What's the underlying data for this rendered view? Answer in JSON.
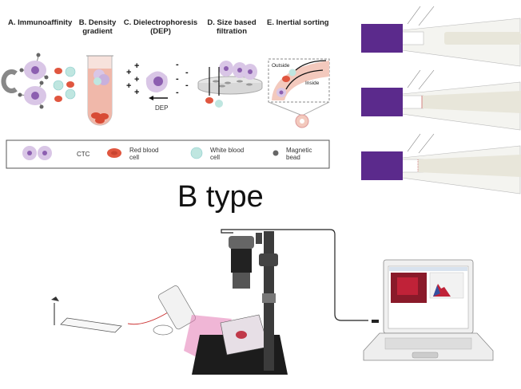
{
  "panels": [
    {
      "letter": "A.",
      "title": "Immunoaffinity"
    },
    {
      "letter": "B.",
      "title": "Density gradient"
    },
    {
      "letter": "C.",
      "title": "Dielectrophoresis (DEP)"
    },
    {
      "letter": "D.",
      "title": "Size based filtration"
    },
    {
      "letter": "E.",
      "title": "Inertial sorting"
    }
  ],
  "labels": {
    "dep_arrow": "DEP",
    "outside": "Outside",
    "inside": "Inside"
  },
  "legend": [
    {
      "label": "CTC"
    },
    {
      "label": "Red blood cell"
    },
    {
      "label": "White blood cell"
    },
    {
      "label": "Magnetic bead"
    }
  ],
  "main_title": "B type",
  "colors": {
    "ctc": "#d9c6e6",
    "rbc": "#e0563f",
    "wbc": "#bfe6e0",
    "catheter": "#5b2a8c"
  }
}
